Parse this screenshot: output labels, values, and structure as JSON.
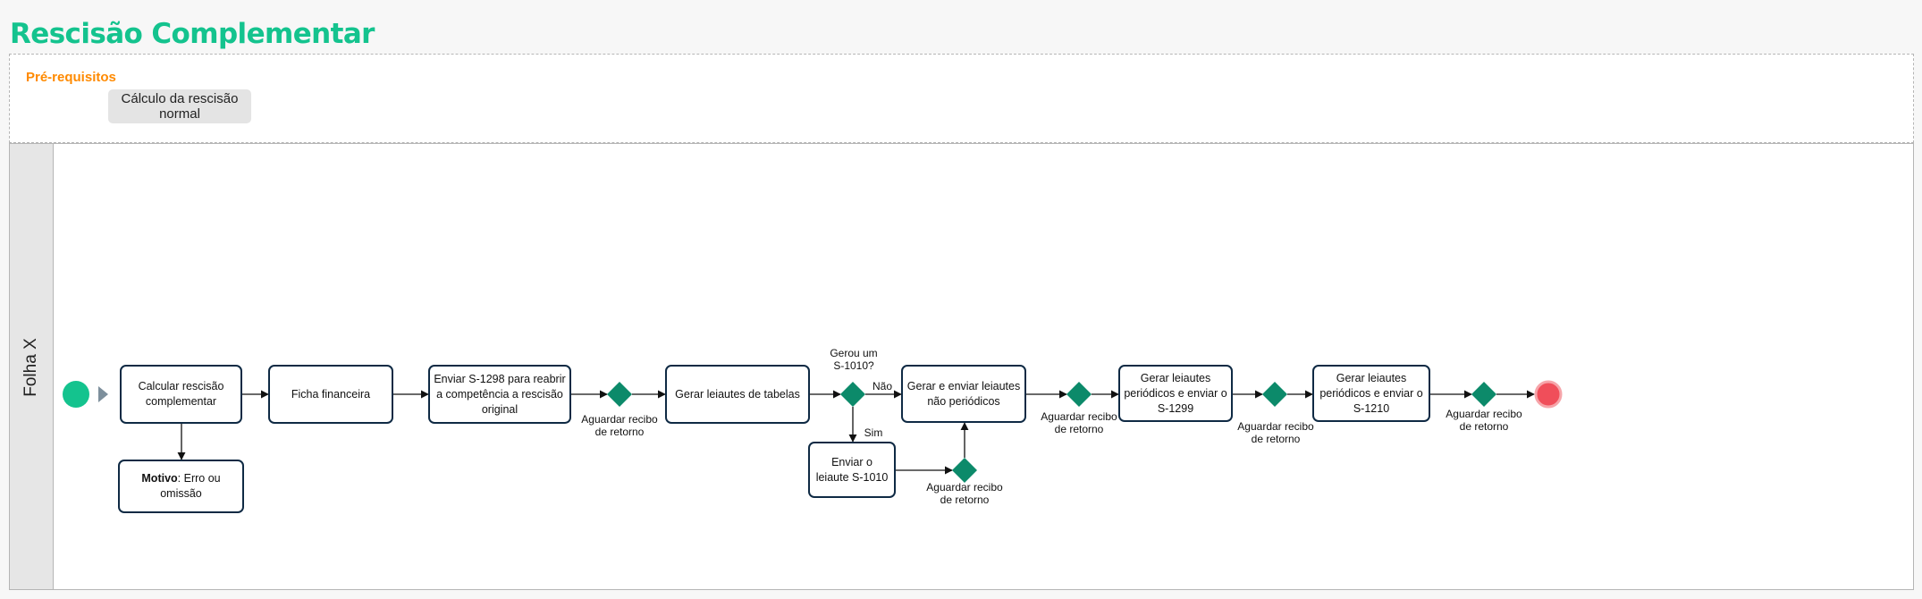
{
  "title": "Rescisão Complementar",
  "prerequisites": {
    "label": "Pré-requisitos",
    "item": "Cálculo da rescisão normal"
  },
  "lane": {
    "label": "Folha X"
  },
  "nodes": {
    "calc": "Calcular rescisão complementar",
    "motivo_bold": "Motivo",
    "motivo_rest": ": Erro ou omissão",
    "ficha": "Ficha financeira",
    "s1298": "Enviar S-1298 para reabrir a competência a rescisão original",
    "tabelas": "Gerar leiautes de tabelas",
    "naoperiodicos": "Gerar e enviar leiautes não periódicos",
    "s1010": "Enviar o leiaute S-1010",
    "s1299": "Gerar leiautes periódicos e enviar o S-1299",
    "s1210": "Gerar leiautes periódicos e enviar o S-1210"
  },
  "labels": {
    "aguardar1": "Aguardar recibo de retorno",
    "aguardar2": "Aguardar recibo de retorno",
    "aguardar3": "Aguardar recibo de retorno",
    "aguardar4": "Aguardar recibo de retorno",
    "aguardar5": "Aguardar recibo de retorno",
    "question": "Gerou um S-1010?",
    "nao": "Não",
    "sim": "Sim"
  },
  "colors": {
    "title": "#14c38e",
    "prereq_label": "#ff8a00",
    "gateway": "#0c8a6a",
    "start": "#14c38e",
    "end": "#f04e5a",
    "task_border": "#0f2a44"
  }
}
